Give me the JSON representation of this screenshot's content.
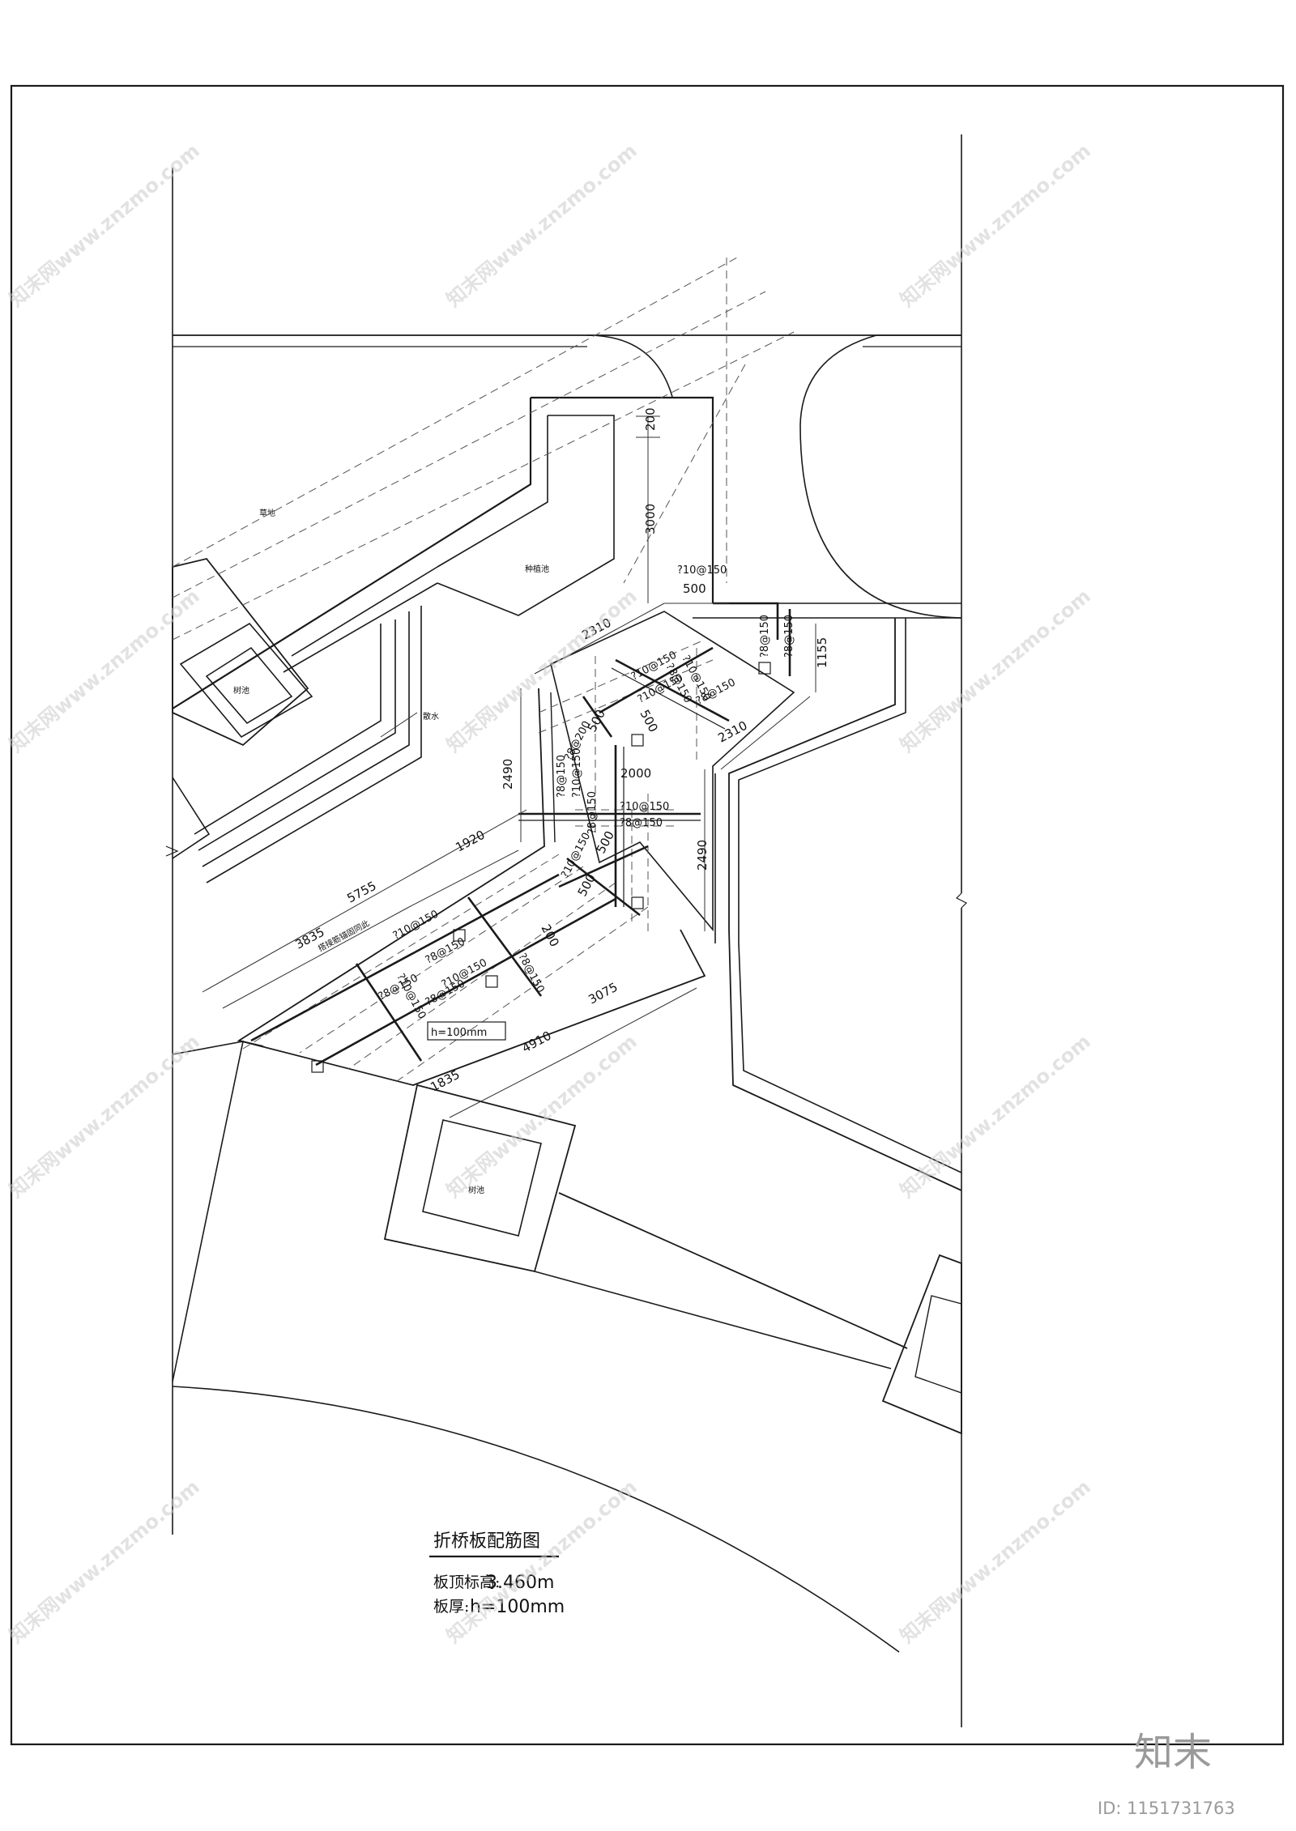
{
  "title": "折桥板配筋图",
  "elevation_label": "板顶标高:",
  "elevation_value": "3.460m",
  "thickness_label": "板厚:",
  "thickness_value": "h=100mm",
  "area_labels": {
    "lawn": "草地",
    "planter": "种植池",
    "tree_pool_left": "树池",
    "tree_pool_bottom": "树池",
    "drain": "散水",
    "slab_h": "h=100mm",
    "note": "搭接筋锚固同此"
  },
  "dimensions": {
    "d200_top": "200",
    "d3000": "3000",
    "d500": "500",
    "d1155": "1155",
    "d2310_top": "2310",
    "d2310_right": "2310",
    "d2490_left": "2490",
    "d2490_right": "2490",
    "d2000": "2000",
    "d1920": "1920",
    "d5755": "5755",
    "d3835": "3835",
    "d200_mid": "200",
    "d3075": "3075",
    "d4910": "4910",
    "d1835": "1835",
    "d500_a": "500",
    "d500_b": "500",
    "d500_c": "500",
    "d500_d": "500"
  },
  "rebar": {
    "r1": "?10@150",
    "r2": "?8@150",
    "r3": "?8@150",
    "r4": "?10@150",
    "r5": "?8@150",
    "r6": "?10@150",
    "r7": "?8@200",
    "r8": "?10@150",
    "r9": "?8@150",
    "r10": "?8@150",
    "r11": "?10@150",
    "r12": "?10@150",
    "r13": "?8@150",
    "r14": "?8@150",
    "r15": "?10@150",
    "r16": "?8@150",
    "r17": "?10@150",
    "r18": "?8@150",
    "r19": "?10@150",
    "r20": "?8@150",
    "r21": "?10@150",
    "r22": "?8@150"
  },
  "watermark": {
    "text": "知末网www.znzmo.com",
    "logo": "知末",
    "id": "ID: 1151731763"
  }
}
